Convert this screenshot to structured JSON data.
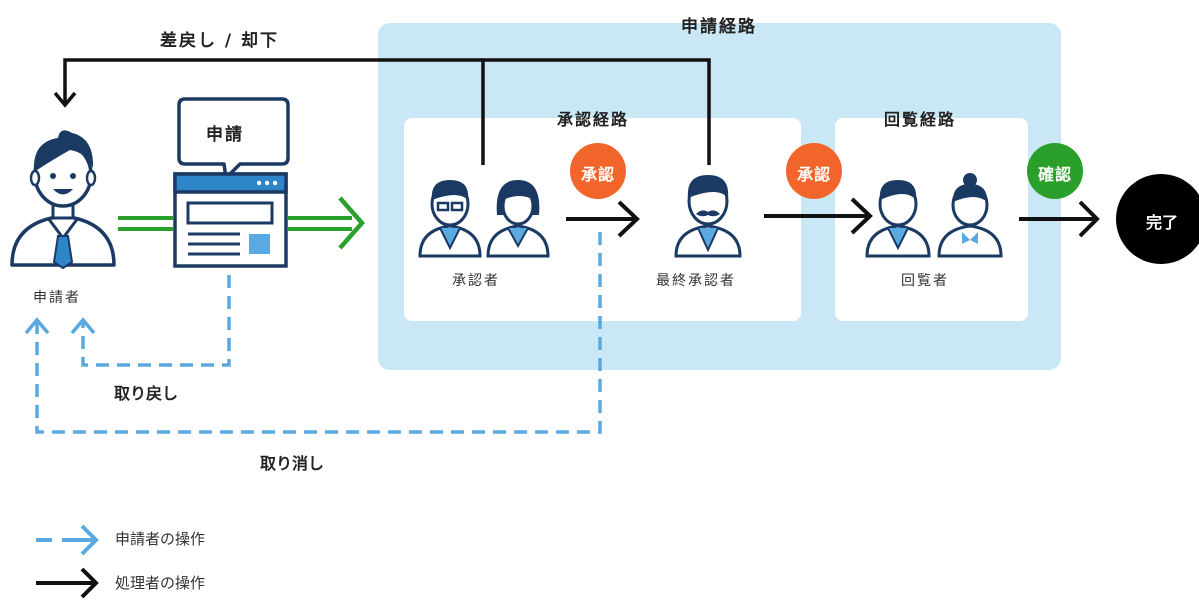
{
  "title": "申請経路",
  "return_reject": "差戻し / 却下",
  "applicant": {
    "label": "申請者",
    "form_bubble": "申請"
  },
  "approval_route": {
    "title": "承認経路",
    "approver_label": "承認者",
    "final_label": "最終承認者"
  },
  "circulation_route": {
    "title": "回覧経路",
    "viewer_label": "回覧者"
  },
  "badges": {
    "approve1": "承認",
    "approve2": "承認",
    "confirm": "確認"
  },
  "complete": "完了",
  "withdraw": "取り戻し",
  "cancel": "取り消し",
  "legend": {
    "applicant_op": "申請者の操作",
    "processor_op": "処理者の操作"
  },
  "colors": {
    "route_bg": "#c9e7f4",
    "panel_bg": "#ffffff",
    "approve_badge": "#f2662b",
    "confirm_badge": "#2a9f2a",
    "applicant_arrow": "#5aa9e0",
    "processor_arrow": "#111111",
    "submit_arrow": "#2aa12a",
    "navy": "#1b3a63",
    "complete": "#000000"
  }
}
